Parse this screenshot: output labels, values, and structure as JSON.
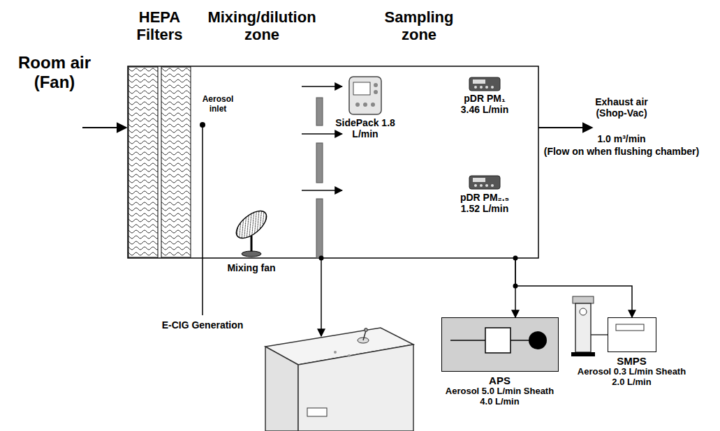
{
  "diagram": {
    "nodes": [
      {
        "text": [
          "HEPA Filters"
        ]
      },
      {
        "text": [
          "Mixing/dilution zone"
        ]
      },
      {
        "text": [
          "Sampling zone"
        ]
      },
      {
        "text": [
          "SidePack 1.8 L/min"
        ],
        "in": 2
      },
      {
        "text": [
          "pDR PM₁ 3.46 L/min"
        ],
        "in": 2
      },
      {
        "text": [
          "pDR PM₂.₅ 1.52 L/min"
        ],
        "in": 2
      },
      {
        "text": [
          "APS",
          "Aerosol 5.0 L/min Sheath 4.0 L/min"
        ]
      },
      {
        "text": [
          "SMPS",
          "Aerosol 0.3 L/min Sheath 2.0 L/min"
        ]
      }
    ],
    "edges": [
      {
        "from": 2,
        "to": 6,
        "arrow": "to"
      },
      {
        "from": 2,
        "to": 7,
        "arrow": "to"
      }
    ],
    "labels": [
      "Room air (Fan)",
      "Aerosol inlet",
      "Mixing fan",
      "E-CIG Generation",
      "Exhaust air (Shop-Vac)",
      "1.0 m³/min",
      "(Flow on when flushing chamber)"
    ]
  }
}
